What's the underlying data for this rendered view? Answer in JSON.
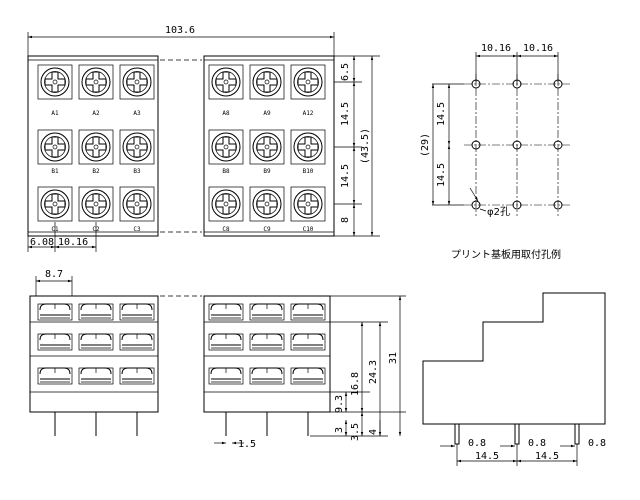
{
  "top_view": {
    "overall_width": "103.6",
    "row_pitch_a": "6.5",
    "row_pitch_b": "14.5",
    "row_pitch_c": "14.5",
    "bottom_margin": "8",
    "total_ref": "(43.5)",
    "left_offset": "6.08",
    "col_pitch": "10.16",
    "left_terminals": [
      [
        "A1",
        "A2",
        "A3"
      ],
      [
        "B1",
        "B2",
        "B3"
      ],
      [
        "C1",
        "C2",
        "C3"
      ]
    ],
    "right_terminals": [
      [
        "A8",
        "A9",
        "A12"
      ],
      [
        "B8",
        "B9",
        "B10"
      ],
      [
        "C8",
        "C9",
        "C10"
      ]
    ]
  },
  "hole_pattern": {
    "pitch_x1": "10.16",
    "pitch_x2": "10.16",
    "pitch_y1": "14.5",
    "pitch_y2": "14.5",
    "total_ref": "(29)",
    "hole_label": "φ2孔",
    "caption": "プリント基板用取付孔例"
  },
  "front_view": {
    "pitch": "8.7",
    "pin_spacing": "1.5",
    "dims": [
      "16.8",
      "24.3",
      "31",
      "9.3",
      "3",
      "3.5",
      "4"
    ]
  },
  "side_view": {
    "pin_width_1": "0.8",
    "pin_width_2": "0.8",
    "pin_width_3": "0.8",
    "pitch_1": "14.5",
    "pitch_2": "14.5"
  }
}
